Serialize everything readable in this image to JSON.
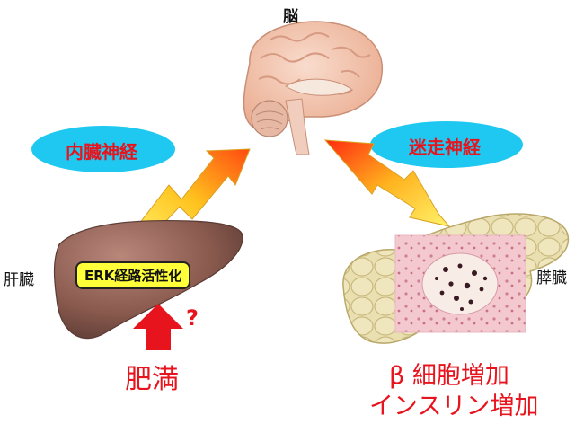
{
  "labels": {
    "brain": "脳",
    "visceral_nerve": "内臓神経",
    "vagus_nerve": "迷走神経",
    "liver": "肝臓",
    "pancreas": "膵臓",
    "erk": "ERK経路活性化",
    "question": "?",
    "obesity": "肥満",
    "beta_cell": "β 細胞増加",
    "insulin": "インスリン増加"
  },
  "colors": {
    "accent_red": "#e8141d",
    "oval_cyan": "#1ec8f0",
    "badge_yellow": "#ffff3a",
    "liver_brown": "#8a5a4e",
    "pancreas_cream": "#e6dcaa",
    "brain_pink": "#f3c7b2"
  }
}
